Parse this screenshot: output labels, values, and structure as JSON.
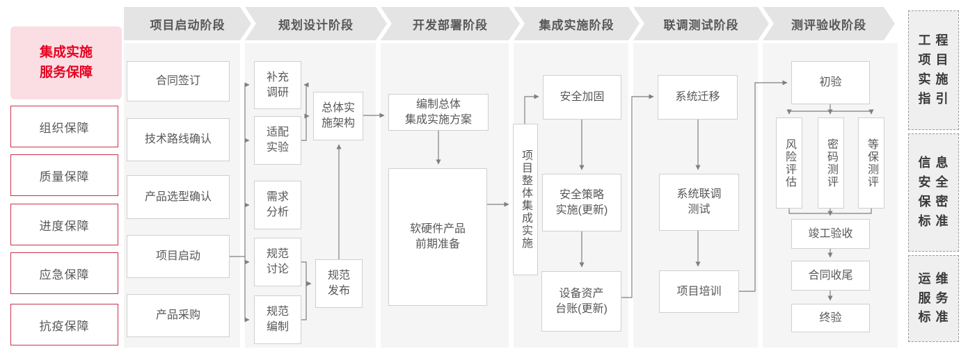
{
  "sidebar": {
    "title": "集成实施\n服务保障",
    "items": [
      "组织保障",
      "质量保障",
      "进度保障",
      "应急保障",
      "抗疫保障"
    ]
  },
  "phases": [
    {
      "label": "项目启动阶段",
      "boxes": [
        "合同签订",
        "技术路线确认",
        "产品选型确认",
        "项目启动",
        "产品采购"
      ]
    },
    {
      "label": "规划设计阶段",
      "boxes": [
        "补充\n调研",
        "适配\n实验",
        "需求\n分析",
        "规范\n讨论",
        "规范\n编制",
        "总体实\n施架构",
        "规范\n发布"
      ]
    },
    {
      "label": "开发部署阶段",
      "boxes": [
        "编制总体\n集成实施方案",
        "软硬件产品\n前期准备"
      ]
    },
    {
      "label": "集成实施阶段",
      "boxes": [
        "项目整体集成实施",
        "安全加固",
        "安全策略\n实施(更新)",
        "设备资产\n台账(更新)"
      ]
    },
    {
      "label": "联调测试阶段",
      "boxes": [
        "系统迁移",
        "系统联调\n测试",
        "项目培训"
      ]
    },
    {
      "label": "测评验收阶段",
      "boxes": [
        "初验",
        "风险评估",
        "密码测评",
        "等保测评",
        "竣工验收",
        "合同收尾",
        "终验"
      ]
    }
  ],
  "right_panel": {
    "items": [
      "工 程\n项 目\n实 施\n指 引",
      "信 息\n安 全\n保 密\n标 准",
      "运 维\n服 务\n标 准"
    ]
  },
  "colors": {
    "accent_red": "#e60020",
    "pink_bg": "#fadee3",
    "red_border": "#c9304e",
    "chevron_bg": "#e4e4e4",
    "column_bg": "#f5f5f5",
    "box_border": "#cfcfcf",
    "text_gray": "#595757",
    "connector": "#7f7f7f"
  }
}
